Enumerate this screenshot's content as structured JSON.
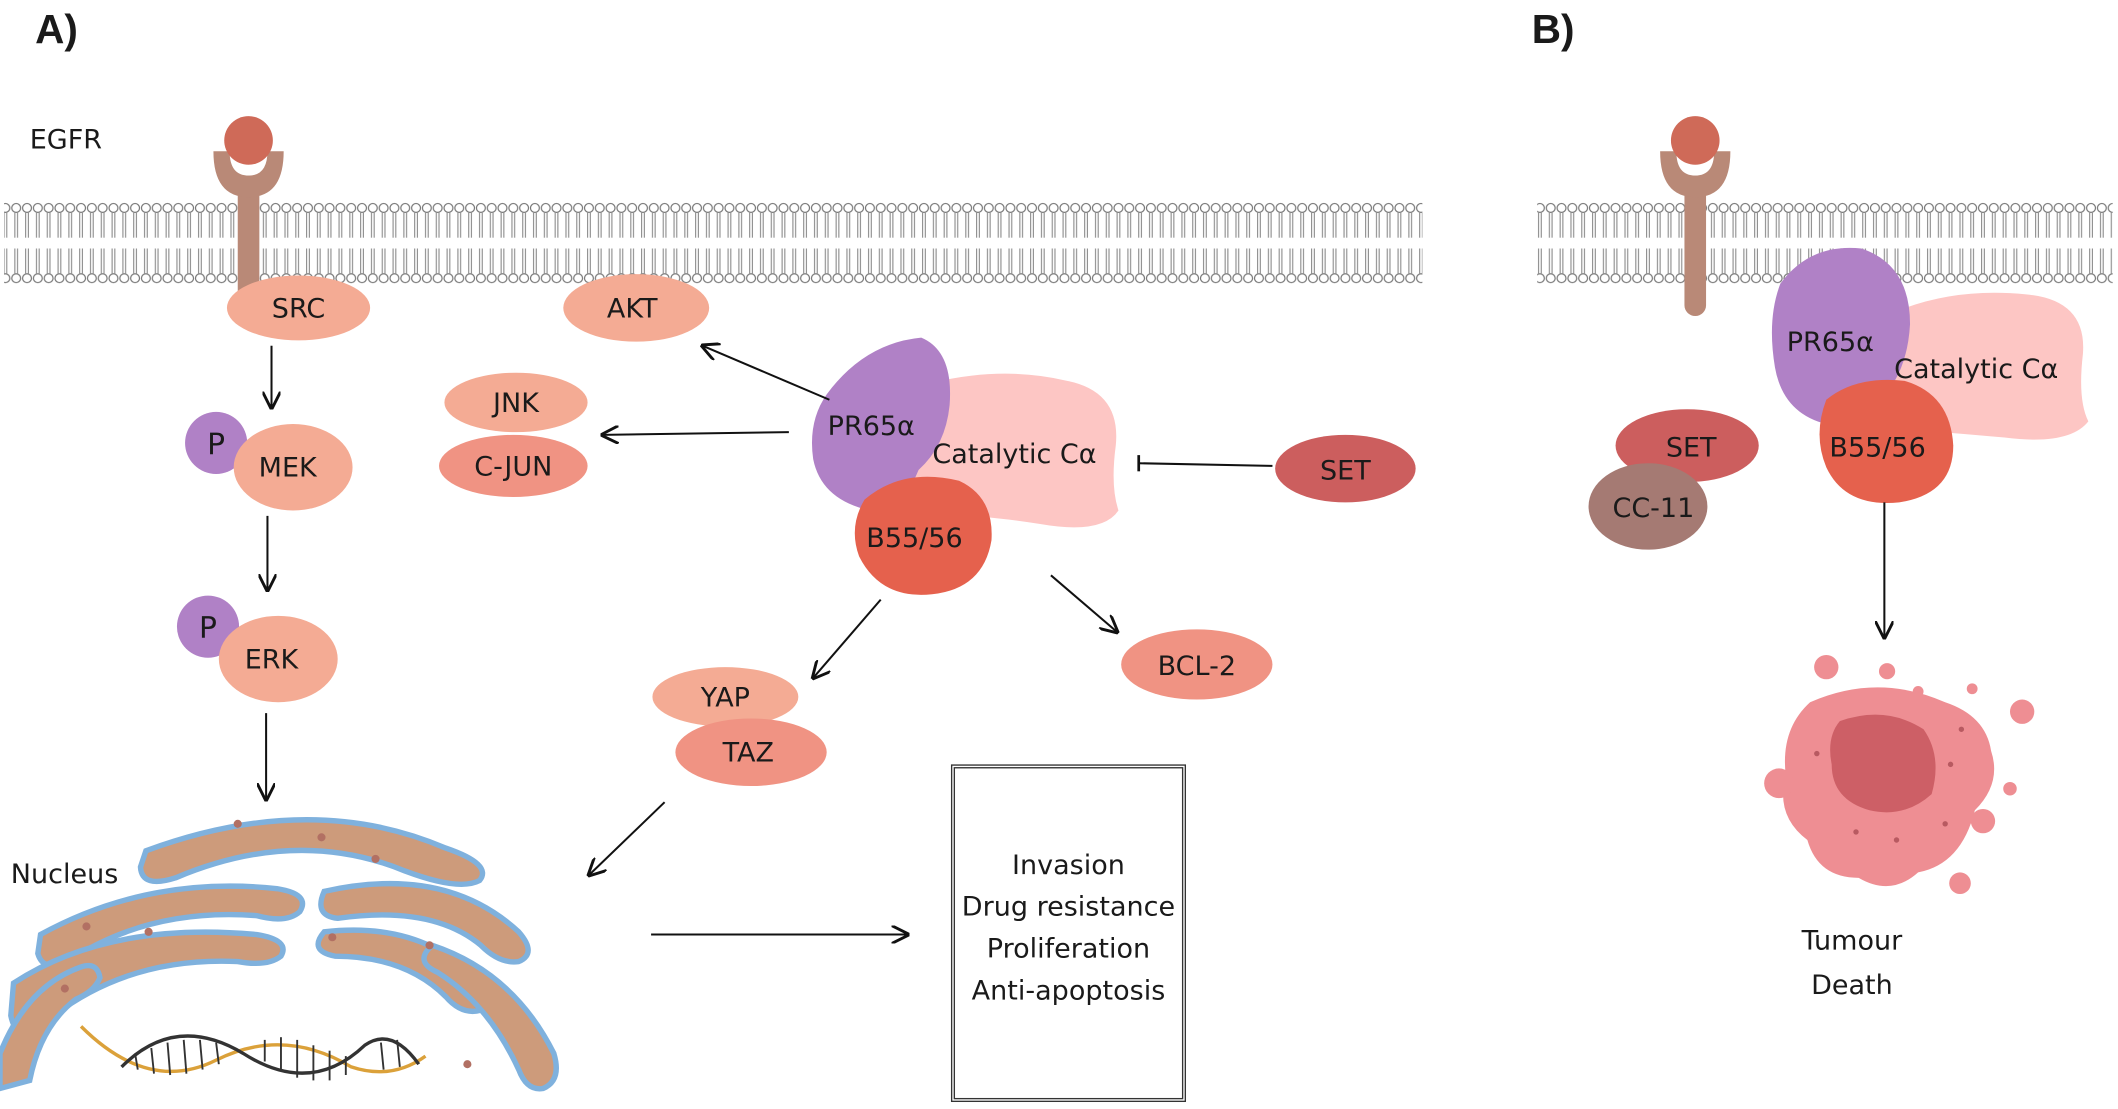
{
  "panels": {
    "a": {
      "label": "A)",
      "receptor_label": "EGFR",
      "nucleus_label": "Nucleus",
      "phospho_label": "P",
      "proteins": {
        "src": "SRC",
        "mek": "MEK",
        "erk": "ERK",
        "akt": "AKT",
        "jnk": "JNK",
        "cjun": "C-JUN",
        "yap": "YAP",
        "taz": "TAZ",
        "bcl2": "BCL-2",
        "set": "SET"
      },
      "pp2a": {
        "scaffold": "PR65α",
        "catalytic": "Catalytic Cα",
        "regulatory": "B55/56"
      },
      "outcomes": [
        "Invasion",
        "Drug resistance",
        "Proliferation",
        "Anti-apoptosis"
      ]
    },
    "b": {
      "label": "B)",
      "pp2a": {
        "scaffold": "PR65α",
        "catalytic": "Catalytic Cα",
        "regulatory": "B55/56"
      },
      "set_label": "SET",
      "inhibitor_label": "CC-11",
      "result_label_line1": "Tumour",
      "result_label_line2": "Death"
    }
  },
  "colors": {
    "salmon": "#f4ab94",
    "purple": "#b081c6",
    "pink": "#fdc6c4",
    "red_orange": "#e5614d",
    "set_red": "#cc5e5e",
    "cc11_brown": "#a57a73",
    "receptor_brown": "#b98977",
    "ligand_red": "#cf6a58",
    "nucleus_fill": "#cd9b7b",
    "nucleus_outline": "#7fb1dd",
    "tumour_pink": "#ee8e93"
  }
}
